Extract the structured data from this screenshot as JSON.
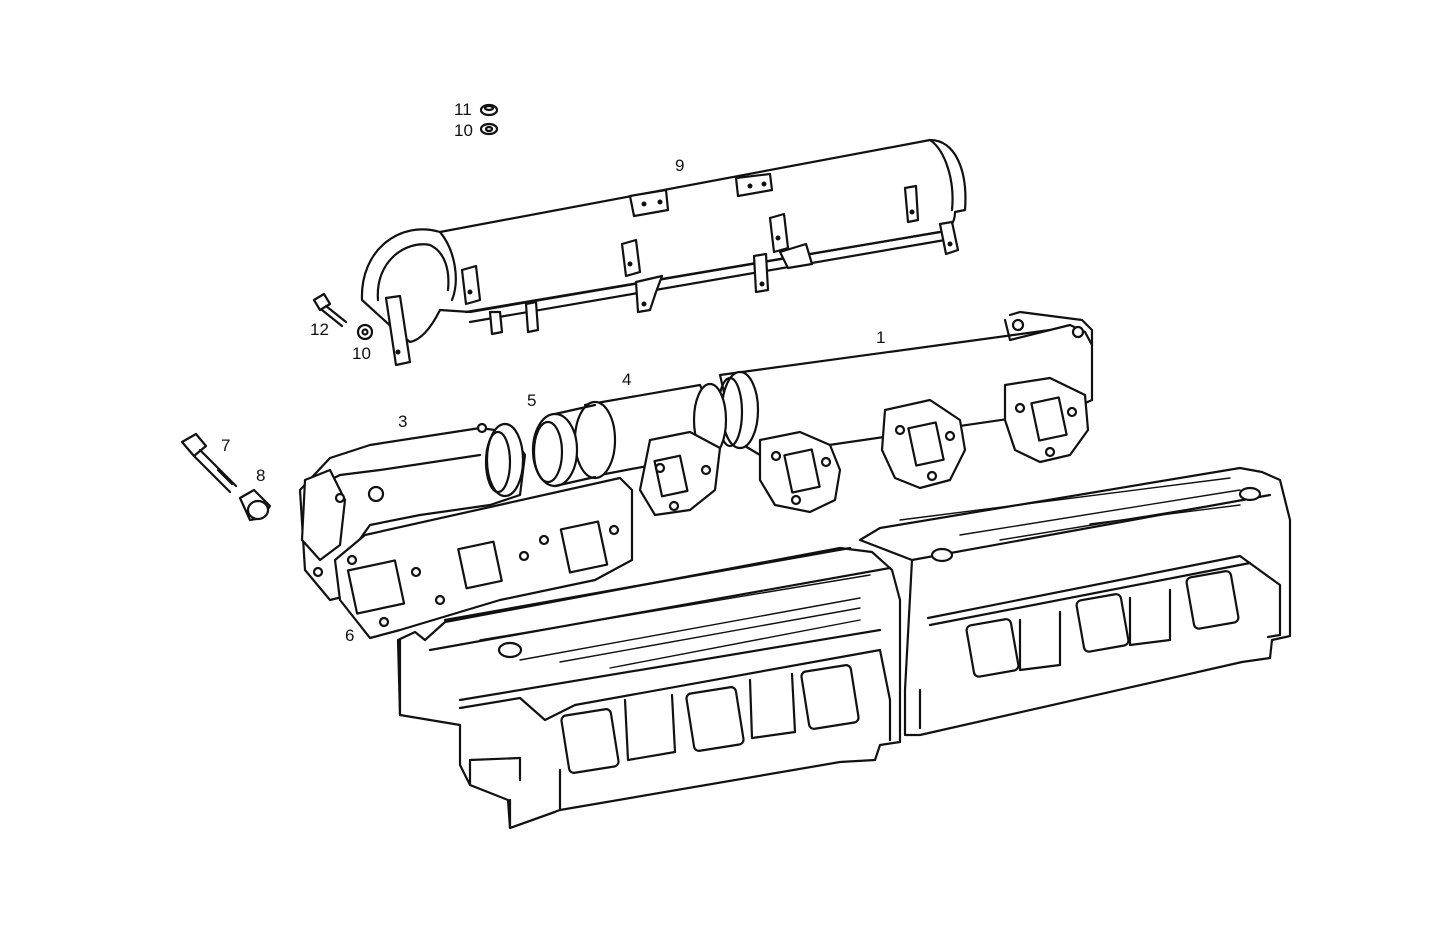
{
  "callouts": [
    {
      "id": "c1",
      "text": "1"
    },
    {
      "id": "c3",
      "text": "3"
    },
    {
      "id": "c4",
      "text": "4"
    },
    {
      "id": "c5",
      "text": "5"
    },
    {
      "id": "c6",
      "text": "6"
    },
    {
      "id": "c7",
      "text": "7"
    },
    {
      "id": "c8",
      "text": "8"
    },
    {
      "id": "c9",
      "text": "9"
    },
    {
      "id": "c10a",
      "text": "10"
    },
    {
      "id": "c10b",
      "text": "10"
    },
    {
      "id": "c11",
      "text": "11"
    },
    {
      "id": "c12",
      "text": "12"
    }
  ],
  "colors": {
    "line": "#111111",
    "background": "#ffffff"
  }
}
